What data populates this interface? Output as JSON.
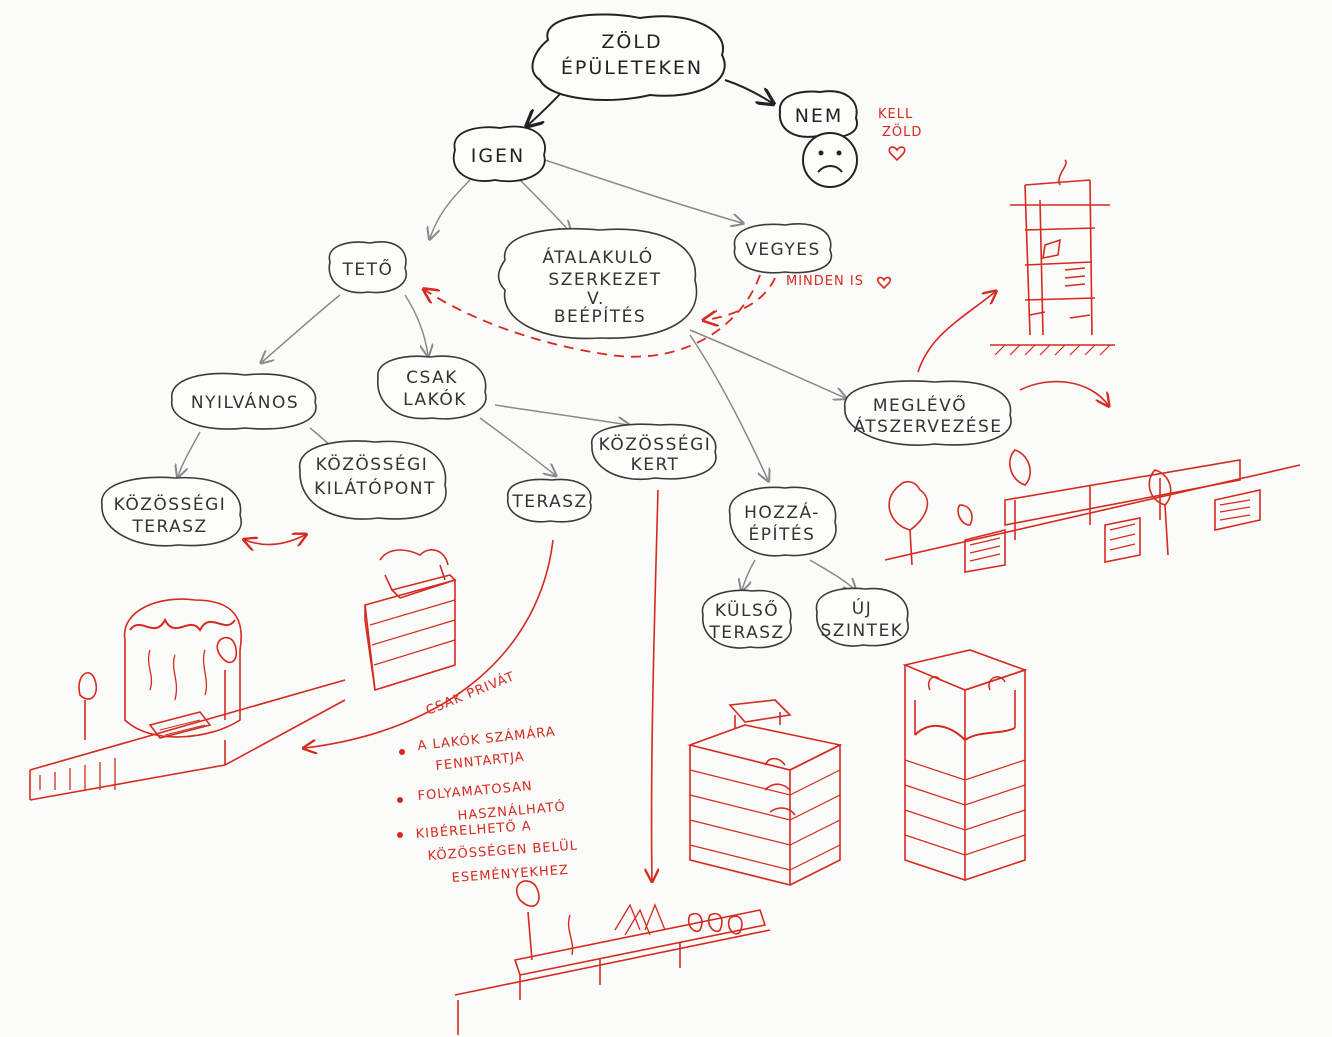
{
  "nodes": {
    "root": [
      "ZÖLD",
      "ÉPÜLETEKEN"
    ],
    "nem": "NEM",
    "igen": "IGEN",
    "teto": "TETŐ",
    "atalakulo": [
      "ÁTALAKULÓ",
      "SZERKEZET",
      "V.",
      "BEÉPÍTÉS"
    ],
    "vegyes": "VEGYES",
    "nyilvanos": "NYILVÁNOS",
    "csak_lakok": [
      "CSAK",
      "LAKÓK"
    ],
    "kozossegi_terasz": [
      "KÖZÖSSÉGI",
      "TERASZ"
    ],
    "kozossegi_kilatopont": [
      "KÖZÖSSÉGI",
      "KILÁTÓPONT"
    ],
    "terasz": "TERASZ",
    "kozossegi_kert": [
      "KÖZÖSSÉGI",
      "KERT"
    ],
    "hozzaepites": [
      "HOZZÁ-",
      "ÉPÍTÉS"
    ],
    "meglevo": [
      "MEGLÉVŐ",
      "ÁTSZERVEZÉSE"
    ],
    "kulso_terasz": [
      "KÜLSŐ",
      "TERASZ"
    ],
    "uj_szintek": [
      "ÚJ",
      "SZINTEK"
    ]
  },
  "red_notes": {
    "kell_zold": [
      "KELL",
      "ZÖLD"
    ],
    "minden_is": "MINDEN IS",
    "csak_privat": "CSAK PRIVÁT",
    "bullets": [
      [
        "A LAKÓK SZÁMÁRA",
        "FENNTARTJA"
      ],
      [
        "FOLYAMATOSAN",
        "HASZNÁLHATÓ"
      ],
      [
        "KIBÉRELHETŐ A",
        "KÖZÖSSÉGEN BELÜL",
        "ESEMÉNYEKHEZ"
      ]
    ]
  },
  "icons": {
    "sad_face": "sad-face-icon",
    "heart": "heart-icon"
  },
  "colors": {
    "ink": "#222222",
    "pencil": "#8a8a8a",
    "red": "#d42a20",
    "paper": "#fbfbf9"
  }
}
